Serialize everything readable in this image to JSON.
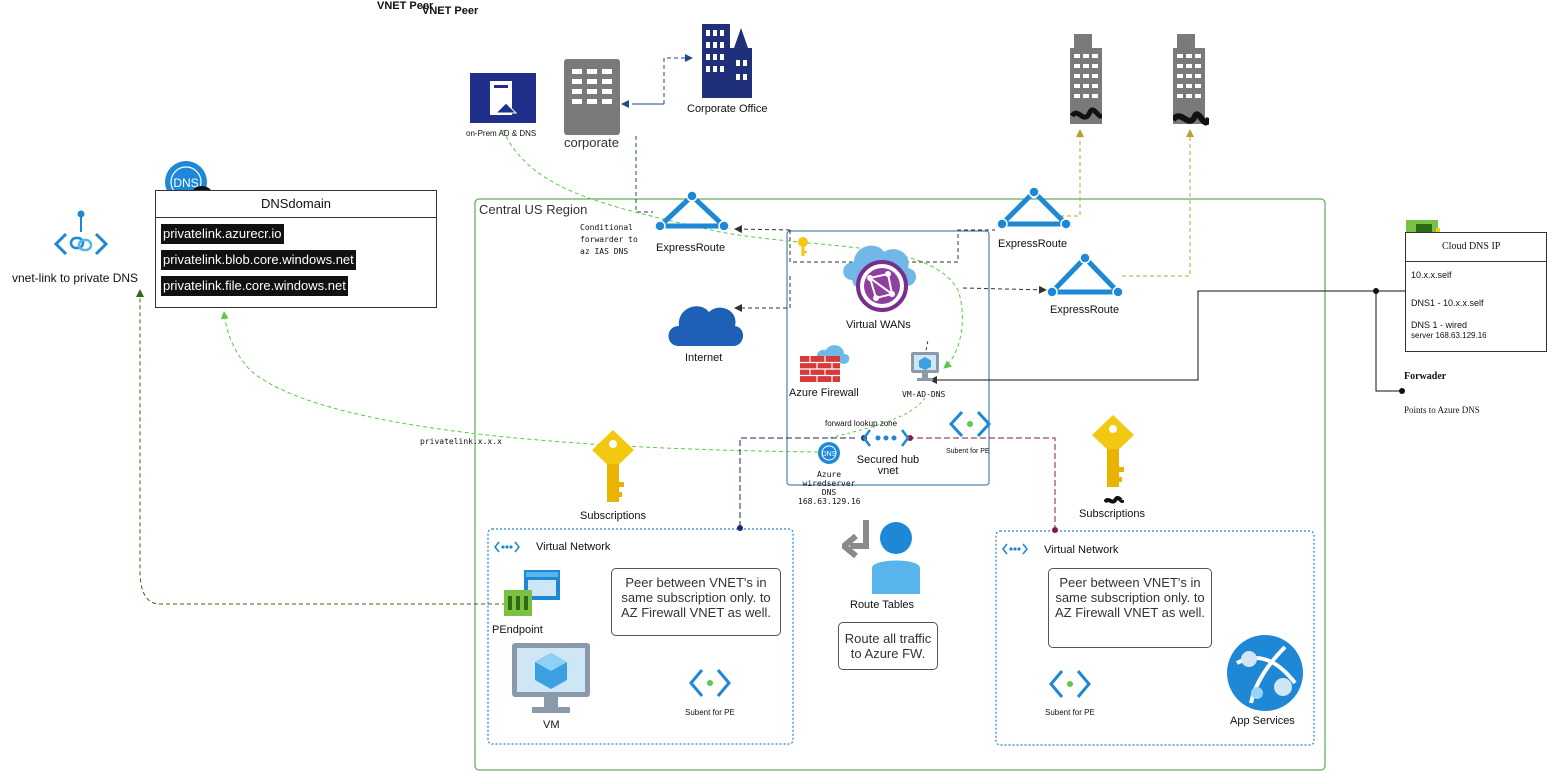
{
  "texts": {
    "vnet_peer_1": "VNET Peer",
    "vnet_peer_2": "VNET Peer",
    "corporate_office": "Corporate Office",
    "on_prem_ad_dns": "on-Prem AD & DNS",
    "corporate": "corporate",
    "central_us_region": "Central US Region",
    "conditional_forwarder": "Conditional forwarder to az IAS DNS",
    "expressroute_left": "ExpressRoute",
    "expressroute_right_top": "ExpressRoute",
    "expressroute_right_bottom": "ExpressRoute",
    "virtual_wans": "Virtual WANs",
    "internet": "Internet",
    "azure_firewall": "Azure Firewall",
    "vm_ad_dns": "VM-AD-DNS",
    "forward_lookup_zone": "forward lookup zone",
    "secured_hub_vnet": "Secured hub vnet",
    "subnet_for_pe_hub": "Subent for PE",
    "azure_wireserver_dns": "Azure wiredserver DNS 168.63.129.16",
    "privatelink_xxx": "privatelink.x.x.x",
    "vnet_link_private_dns": "vnet-link to private DNS",
    "subscriptions_left": "Subscriptions",
    "subscriptions_right": "Subscriptions",
    "route_tables": "Route Tables",
    "route_all_traffic": "Route all traffic to Azure FW.",
    "virtual_network_left": "Virtual Network",
    "virtual_network_right": "Virtual Network",
    "peer_note_left": "Peer between VNET's in same subscription only. to AZ Firewall VNET as well.",
    "peer_note_right": "Peer between VNET's in same subscription only. to AZ Firewall VNET as well.",
    "pendpoint": "PEndpoint",
    "vm": "VM",
    "subnet_for_pe_left": "Subent for PE",
    "subnet_for_pe_right": "Subent for PE",
    "app_services": "App Services",
    "forwader": "Forwader",
    "points_to_azure_dns": "Points to Azure DNS"
  },
  "dns_zone": {
    "title": "DNSdomain",
    "entries": [
      "privatelink.azurecr.io",
      "privatelink.blob.core.windows.net",
      "privatelink.file.core.windows.net"
    ]
  },
  "cloud_dns": {
    "title": "Cloud DNS IP",
    "rows": [
      "10.x.x.self",
      "DNS1 -  10.x.x.self",
      "DNS 1 - wired",
      "server 168.63.129.16"
    ]
  },
  "colors": {
    "azure_blue": "#1e88d6",
    "navy": "#1f2f7a",
    "key_yellow": "#f2c811",
    "green_dash": "#5ec84a",
    "dark_green": "#2e6b14",
    "olive_dash": "#b8a038",
    "crimson_dash": "#8b1a3a",
    "region_border": "#3a9a3a"
  }
}
